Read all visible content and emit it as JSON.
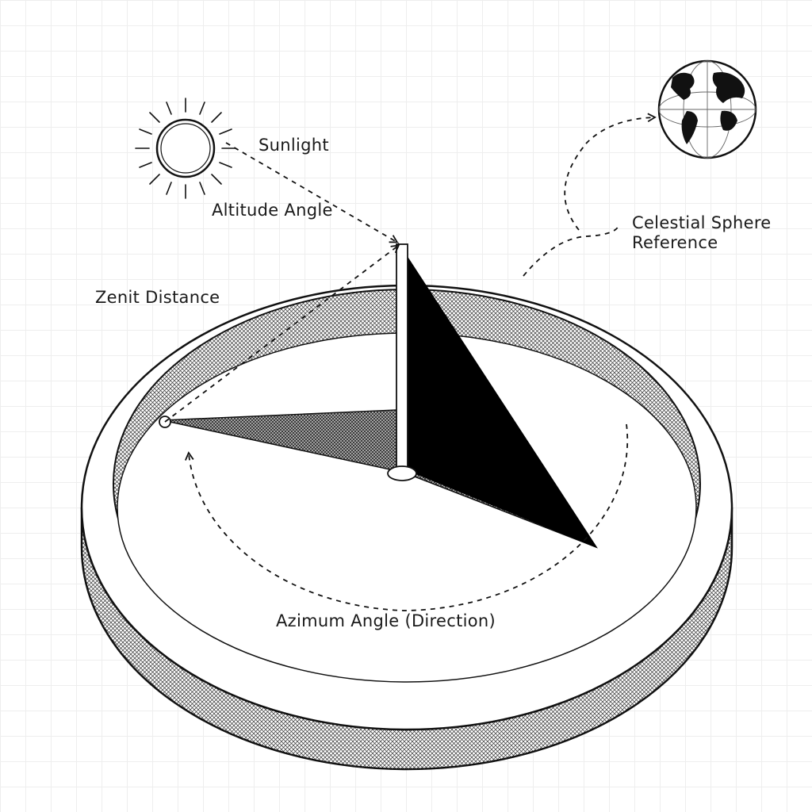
{
  "labels": {
    "sunlight": "Sunlight",
    "altitude_angle": "Altitude Angle",
    "zenith_distance": "Zenit Distance",
    "celestial_line1": "Celestial Sphere",
    "celestial_line2": "Reference",
    "azimuth_angle": "Azimum Angle (Direction)"
  },
  "icons": {
    "sun": "sun-icon",
    "globe": "globe-icon"
  },
  "colors": {
    "ink": "#111111",
    "gnomon": "#000000",
    "shadow": "#555555",
    "grid": "#eeeeee"
  }
}
